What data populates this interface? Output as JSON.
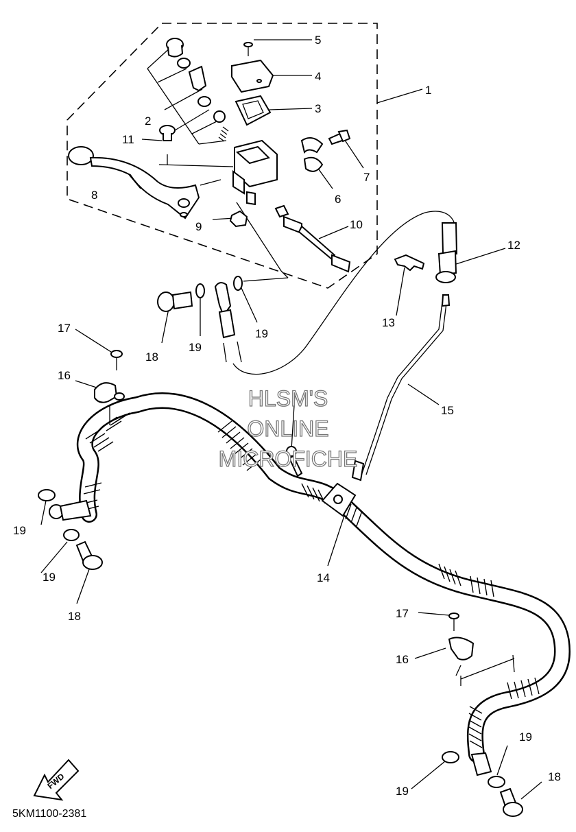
{
  "diagram": {
    "catalog_code": "5KM1100-2381",
    "watermark": [
      "HLSM'S",
      "ONLINE",
      "MICROFICHE"
    ],
    "fwd_label": "FWD",
    "callouts": {
      "c1": "1",
      "c2": "2",
      "c3": "3",
      "c4": "4",
      "c5": "5",
      "c6": "6",
      "c7": "7",
      "c8": "8",
      "c9": "9",
      "c10": "10",
      "c11": "11",
      "c12": "12",
      "c13": "13",
      "c14": "14",
      "c15": "15",
      "c16a": "16",
      "c16b": "16",
      "c17a": "17",
      "c17b": "17",
      "c18a": "18",
      "c18b": "18",
      "c18c": "18",
      "c19a": "19",
      "c19b": "19",
      "c19c": "19",
      "c19d": "19",
      "c19e": "19",
      "c19f": "19"
    }
  }
}
